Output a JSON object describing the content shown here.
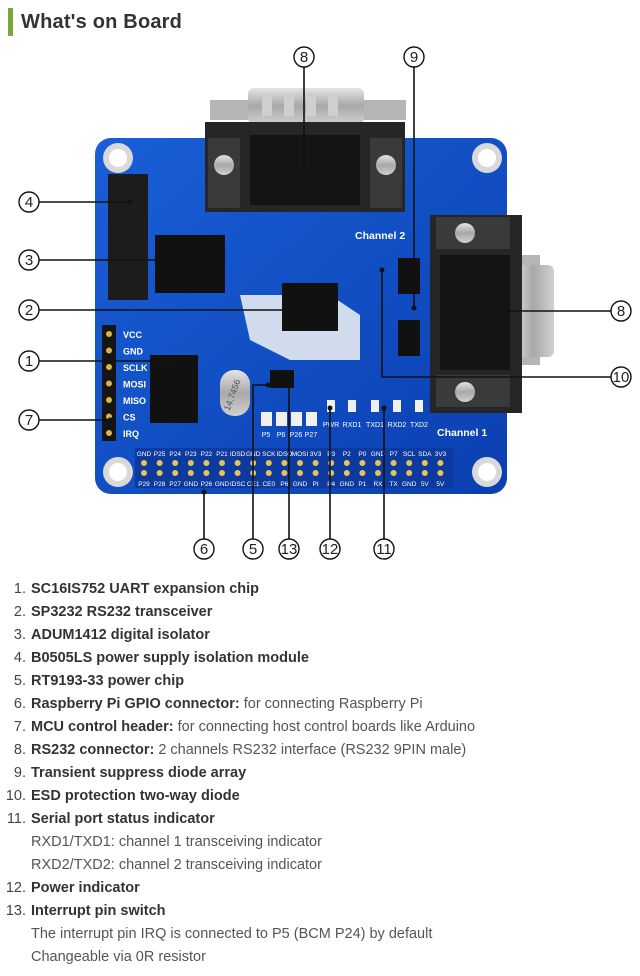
{
  "header": {
    "title": "What's on Board",
    "accent_color": "#7aa63a"
  },
  "board": {
    "pins_left": [
      "VCC",
      "GND",
      "SCLK",
      "MOSI",
      "MISO",
      "CS",
      "IRQ"
    ],
    "channel1_label": "Channel 1",
    "channel2_label": "Channel 2",
    "top_pin_labels": [
      "GND",
      "P25",
      "P24",
      "P23",
      "P22",
      "P21",
      "IDSD",
      "GND",
      "SCK",
      "IDSO",
      "MOSI",
      "3V3",
      "P3",
      "P2",
      "P0",
      "GND",
      "P7",
      "SCL",
      "SDA",
      "3V3"
    ],
    "bottom_pin_labels": [
      "P29",
      "P28",
      "P27",
      "GND",
      "P26",
      "GND",
      "IDSC",
      "CE1",
      "CE0",
      "P6",
      "GND",
      "PI",
      "P4",
      "GND",
      "P1",
      "RX",
      "TX",
      "GND",
      "5V",
      "5V"
    ],
    "jumper_labels": [
      "P5",
      "P6",
      "P26",
      "P27"
    ],
    "led_labels": [
      "PWR",
      "RXD1",
      "TXD1",
      "RXD2",
      "TXD2"
    ],
    "crystal_label": "14.7456"
  },
  "callouts": [
    "1",
    "2",
    "3",
    "4",
    "5",
    "6",
    "7",
    "8",
    "9",
    "10",
    "11",
    "12",
    "13"
  ],
  "legend": {
    "items": [
      {
        "num": "1.",
        "name": "SC16IS752 UART expansion chip",
        "desc": ""
      },
      {
        "num": "2.",
        "name": "SP3232 RS232 transceiver",
        "desc": ""
      },
      {
        "num": "3.",
        "name": "ADUM1412 digital isolator",
        "desc": ""
      },
      {
        "num": "4.",
        "name": "B0505LS power supply isolation module",
        "desc": ""
      },
      {
        "num": "5.",
        "name": "RT9193-33 power chip",
        "desc": ""
      },
      {
        "num": "6.",
        "name": "Raspberry Pi GPIO connector:",
        "desc": " for connecting Raspberry Pi"
      },
      {
        "num": "7.",
        "name": "MCU control header:",
        "desc": " for connecting host control boards like Arduino"
      },
      {
        "num": "8.",
        "name": "RS232 connector:",
        "desc": " 2 channels RS232 interface (RS232 9PIN male)"
      },
      {
        "num": "9.",
        "name": "Transient suppress diode array",
        "desc": ""
      },
      {
        "num": "10.",
        "name": "ESD protection two-way diode",
        "desc": ""
      },
      {
        "num": "11.",
        "name": "Serial port status indicator",
        "desc": "",
        "sub": [
          "RXD1/TXD1: channel 1 transceiving indicator",
          "RXD2/TXD2: channel 2 transceiving indicator"
        ]
      },
      {
        "num": "12.",
        "name": "Power indicator",
        "desc": ""
      },
      {
        "num": "13.",
        "name": "Interrupt pin switch",
        "desc": "",
        "sub": [
          "The interrupt pin IRQ is connected to P5 (BCM P24) by default",
          "Changeable via 0R resistor"
        ]
      }
    ]
  }
}
